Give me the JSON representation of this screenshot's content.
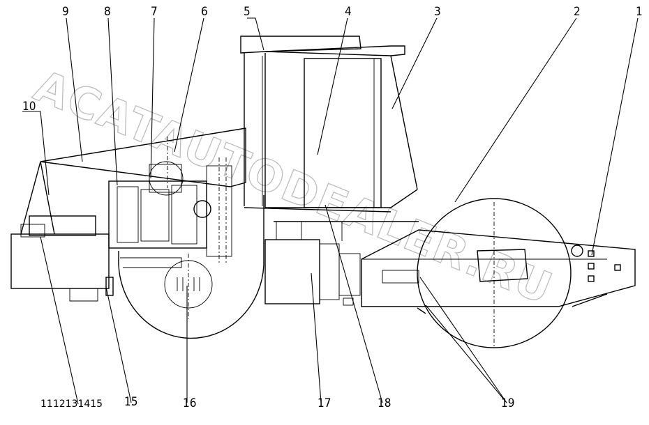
{
  "drawing": {
    "part_labels": [
      "1",
      "2",
      "3",
      "4",
      "5",
      "6",
      "7",
      "8",
      "9",
      "10",
      "15",
      "16",
      "17",
      "18",
      "19"
    ],
    "drawing_code": "1112131415",
    "watermark": "ACATAUTODEALER.RU"
  }
}
